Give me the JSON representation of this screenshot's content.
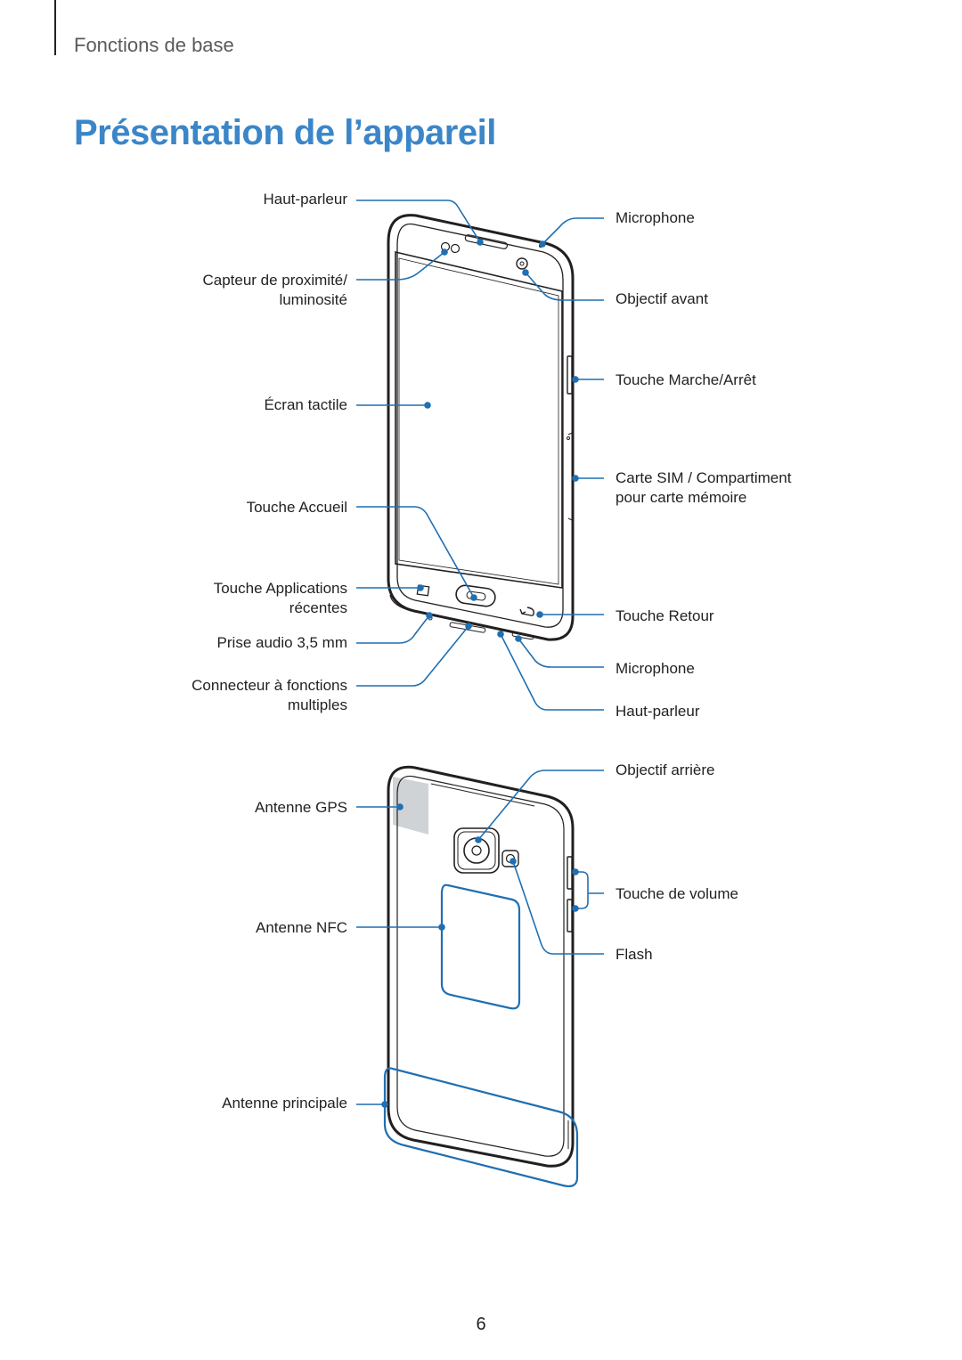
{
  "header": {
    "section": "Fonctions de base",
    "title": "Présentation de l’appareil"
  },
  "front_view": {
    "labels_left": {
      "speaker_top": "Haut-parleur",
      "proximity_sensor_line1": "Capteur de proximité/",
      "proximity_sensor_line2": "luminosité",
      "touchscreen": "Écran tactile",
      "home_key": "Touche Accueil",
      "recent_apps_line1": "Touche Applications",
      "recent_apps_line2": "récentes",
      "audio_jack": "Prise audio 3,5 mm",
      "multipurpose_jack_line1": "Connecteur à fonctions",
      "multipurpose_jack_line2": "multiples"
    },
    "labels_right": {
      "microphone_top": "Microphone",
      "front_camera": "Objectif avant",
      "power_key": "Touche Marche/Arrêt",
      "sim_tray_line1": "Carte SIM / Compartiment",
      "sim_tray_line2": "pour carte mémoire",
      "back_key": "Touche Retour",
      "microphone_bottom": "Microphone",
      "speaker_bottom": "Haut-parleur"
    }
  },
  "back_view": {
    "labels_left": {
      "gps_antenna": "Antenne GPS",
      "nfc_antenna": "Antenne NFC",
      "main_antenna": "Antenne principale"
    },
    "labels_right": {
      "rear_camera": "Objectif arrière",
      "volume_key": "Touche de volume",
      "flash": "Flash"
    }
  },
  "page_number": "6",
  "colors": {
    "accent": "#3b86c8",
    "callout": "#1f6fb2",
    "outline": "#231f20",
    "gps_shade": "#cfd3d6"
  }
}
